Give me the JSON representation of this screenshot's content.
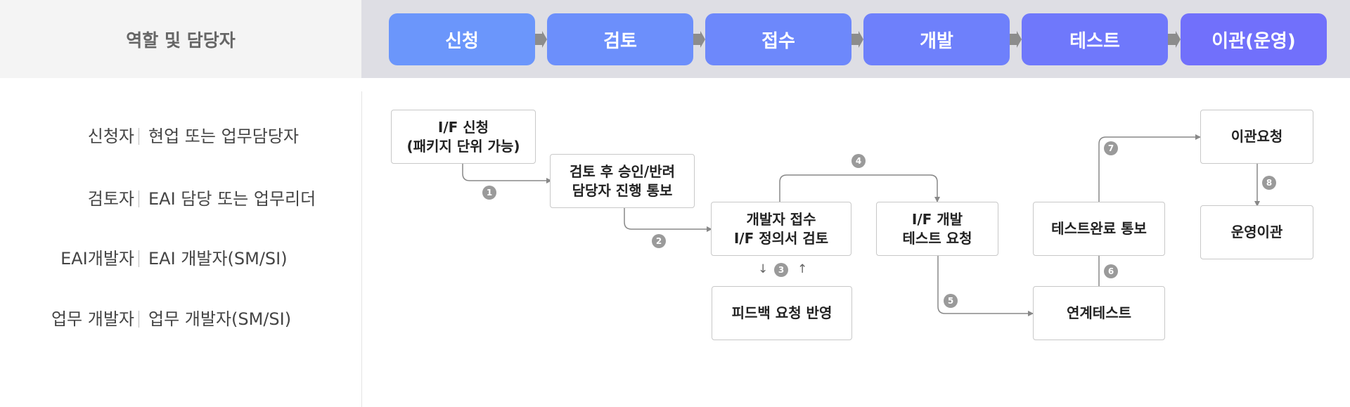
{
  "header": {
    "roles_title": "역할 및 담당자"
  },
  "stages": [
    {
      "label": "신청",
      "color": "#6b96fb"
    },
    {
      "label": "검토",
      "color": "#6c8ffb"
    },
    {
      "label": "접수",
      "color": "#6d88fb"
    },
    {
      "label": "개발",
      "color": "#6e80fb"
    },
    {
      "label": "테스트",
      "color": "#6f78fb"
    },
    {
      "label": "이관(운영)",
      "color": "#7170fb"
    }
  ],
  "roles": [
    {
      "name": "신청자",
      "desc": "현업 또는 업무담당자"
    },
    {
      "name": "검토자",
      "desc": "EAI 담당 또는 업무리더"
    },
    {
      "name": "EAI개발자",
      "desc": "EAI 개발자(SM/SI)"
    },
    {
      "name": "업무 개발자",
      "desc": "업무 개발자(SM/SI)"
    }
  ],
  "boxes": {
    "apply": {
      "line1": "I/F 신청",
      "line2": "(패키지 단위 가능)"
    },
    "review": {
      "line1": "검토 후 승인/반려",
      "line2": "담당자 진행 통보"
    },
    "receive": {
      "line1": "개발자 접수",
      "line2": "I/F 정의서 검토"
    },
    "feedback": {
      "line1": "피드백 요청 반영"
    },
    "develop": {
      "line1": "I/F 개발",
      "line2": "테스트 요청"
    },
    "test_done": {
      "line1": "테스트완료 통보"
    },
    "integration": {
      "line1": "연계테스트"
    },
    "transfer_request": {
      "line1": "이관요청"
    },
    "operation_transfer": {
      "line1": "운영이관"
    }
  },
  "badges": [
    "1",
    "2",
    "3",
    "4",
    "5",
    "6",
    "7",
    "8"
  ],
  "glyphs": {
    "down": "↓",
    "up": "↑"
  }
}
